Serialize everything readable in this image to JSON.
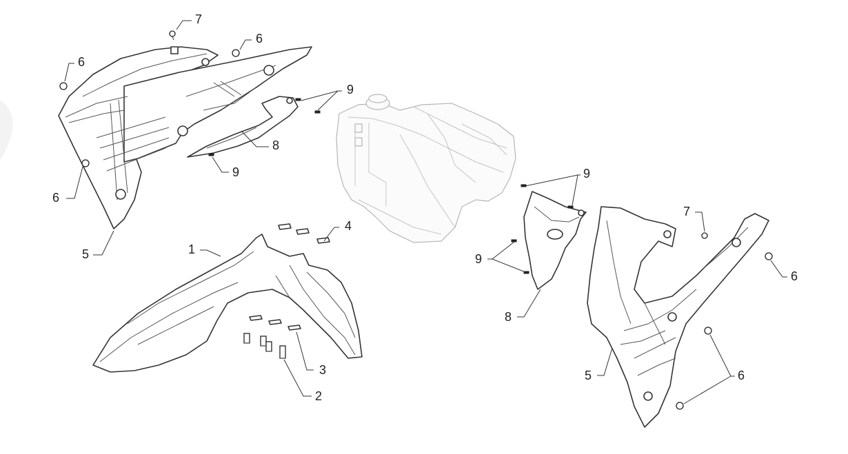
{
  "diagram": {
    "callouts": [
      {
        "id": "c7a",
        "label": "7"
      },
      {
        "id": "c6a",
        "label": "6"
      },
      {
        "id": "c6b",
        "label": "6"
      },
      {
        "id": "c9a",
        "label": "9"
      },
      {
        "id": "c8a",
        "label": "8"
      },
      {
        "id": "c9b",
        "label": "9"
      },
      {
        "id": "c6c",
        "label": "6"
      },
      {
        "id": "c5a",
        "label": "5"
      },
      {
        "id": "c1",
        "label": "1"
      },
      {
        "id": "c4",
        "label": "4"
      },
      {
        "id": "c3",
        "label": "3"
      },
      {
        "id": "c2",
        "label": "2"
      },
      {
        "id": "c9c",
        "label": "9"
      },
      {
        "id": "c9d",
        "label": "9"
      },
      {
        "id": "c8b",
        "label": "8"
      },
      {
        "id": "c7b",
        "label": "7"
      },
      {
        "id": "c6d",
        "label": "6"
      },
      {
        "id": "c5b",
        "label": "5"
      },
      {
        "id": "c6e",
        "label": "6"
      }
    ],
    "parts": [
      {
        "number": "1",
        "icon": "front-fender"
      },
      {
        "number": "2",
        "icon": "screw-set"
      },
      {
        "number": "3",
        "icon": "clip-set"
      },
      {
        "number": "4",
        "icon": "clip-set"
      },
      {
        "number": "5",
        "icon": "radiator-shroud"
      },
      {
        "number": "6",
        "icon": "screw"
      },
      {
        "number": "7",
        "icon": "screw"
      },
      {
        "number": "8",
        "icon": "shroud-bracket"
      },
      {
        "number": "9",
        "icon": "screw"
      }
    ]
  }
}
